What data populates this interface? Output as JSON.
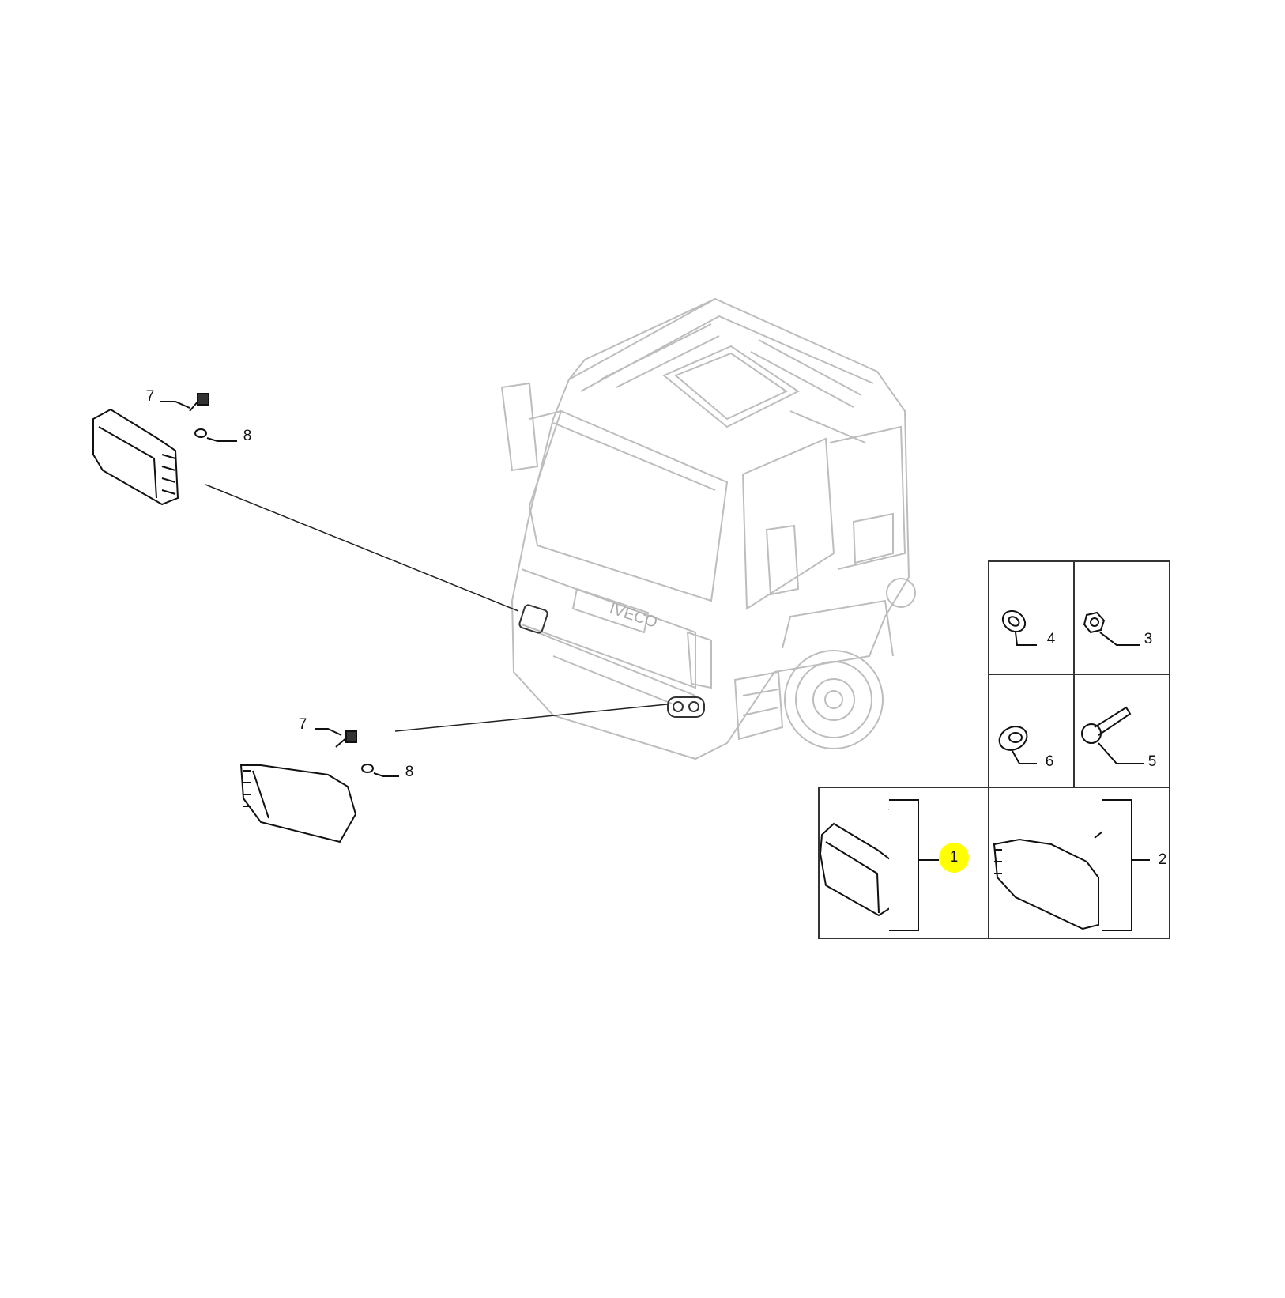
{
  "diagram": {
    "truck_badge": "IVECO",
    "callouts": [
      {
        "ref": "7",
        "part": "bulb-upper"
      },
      {
        "ref": "8",
        "part": "bulb-small-upper"
      },
      {
        "ref": "7",
        "part": "bulb-lower"
      },
      {
        "ref": "8",
        "part": "bulb-small-lower"
      },
      {
        "ref": "4",
        "part": "washer"
      },
      {
        "ref": "3",
        "part": "nut"
      },
      {
        "ref": "6",
        "part": "spring-washer"
      },
      {
        "ref": "5",
        "part": "screw"
      },
      {
        "ref": "1",
        "part": "fog-lamp-left",
        "highlighted": true
      },
      {
        "ref": "2",
        "part": "fog-lamp-right"
      }
    ],
    "highlight_color": "#ffff00",
    "line_color": "#222222",
    "truck_color": "#bdbdbd"
  }
}
